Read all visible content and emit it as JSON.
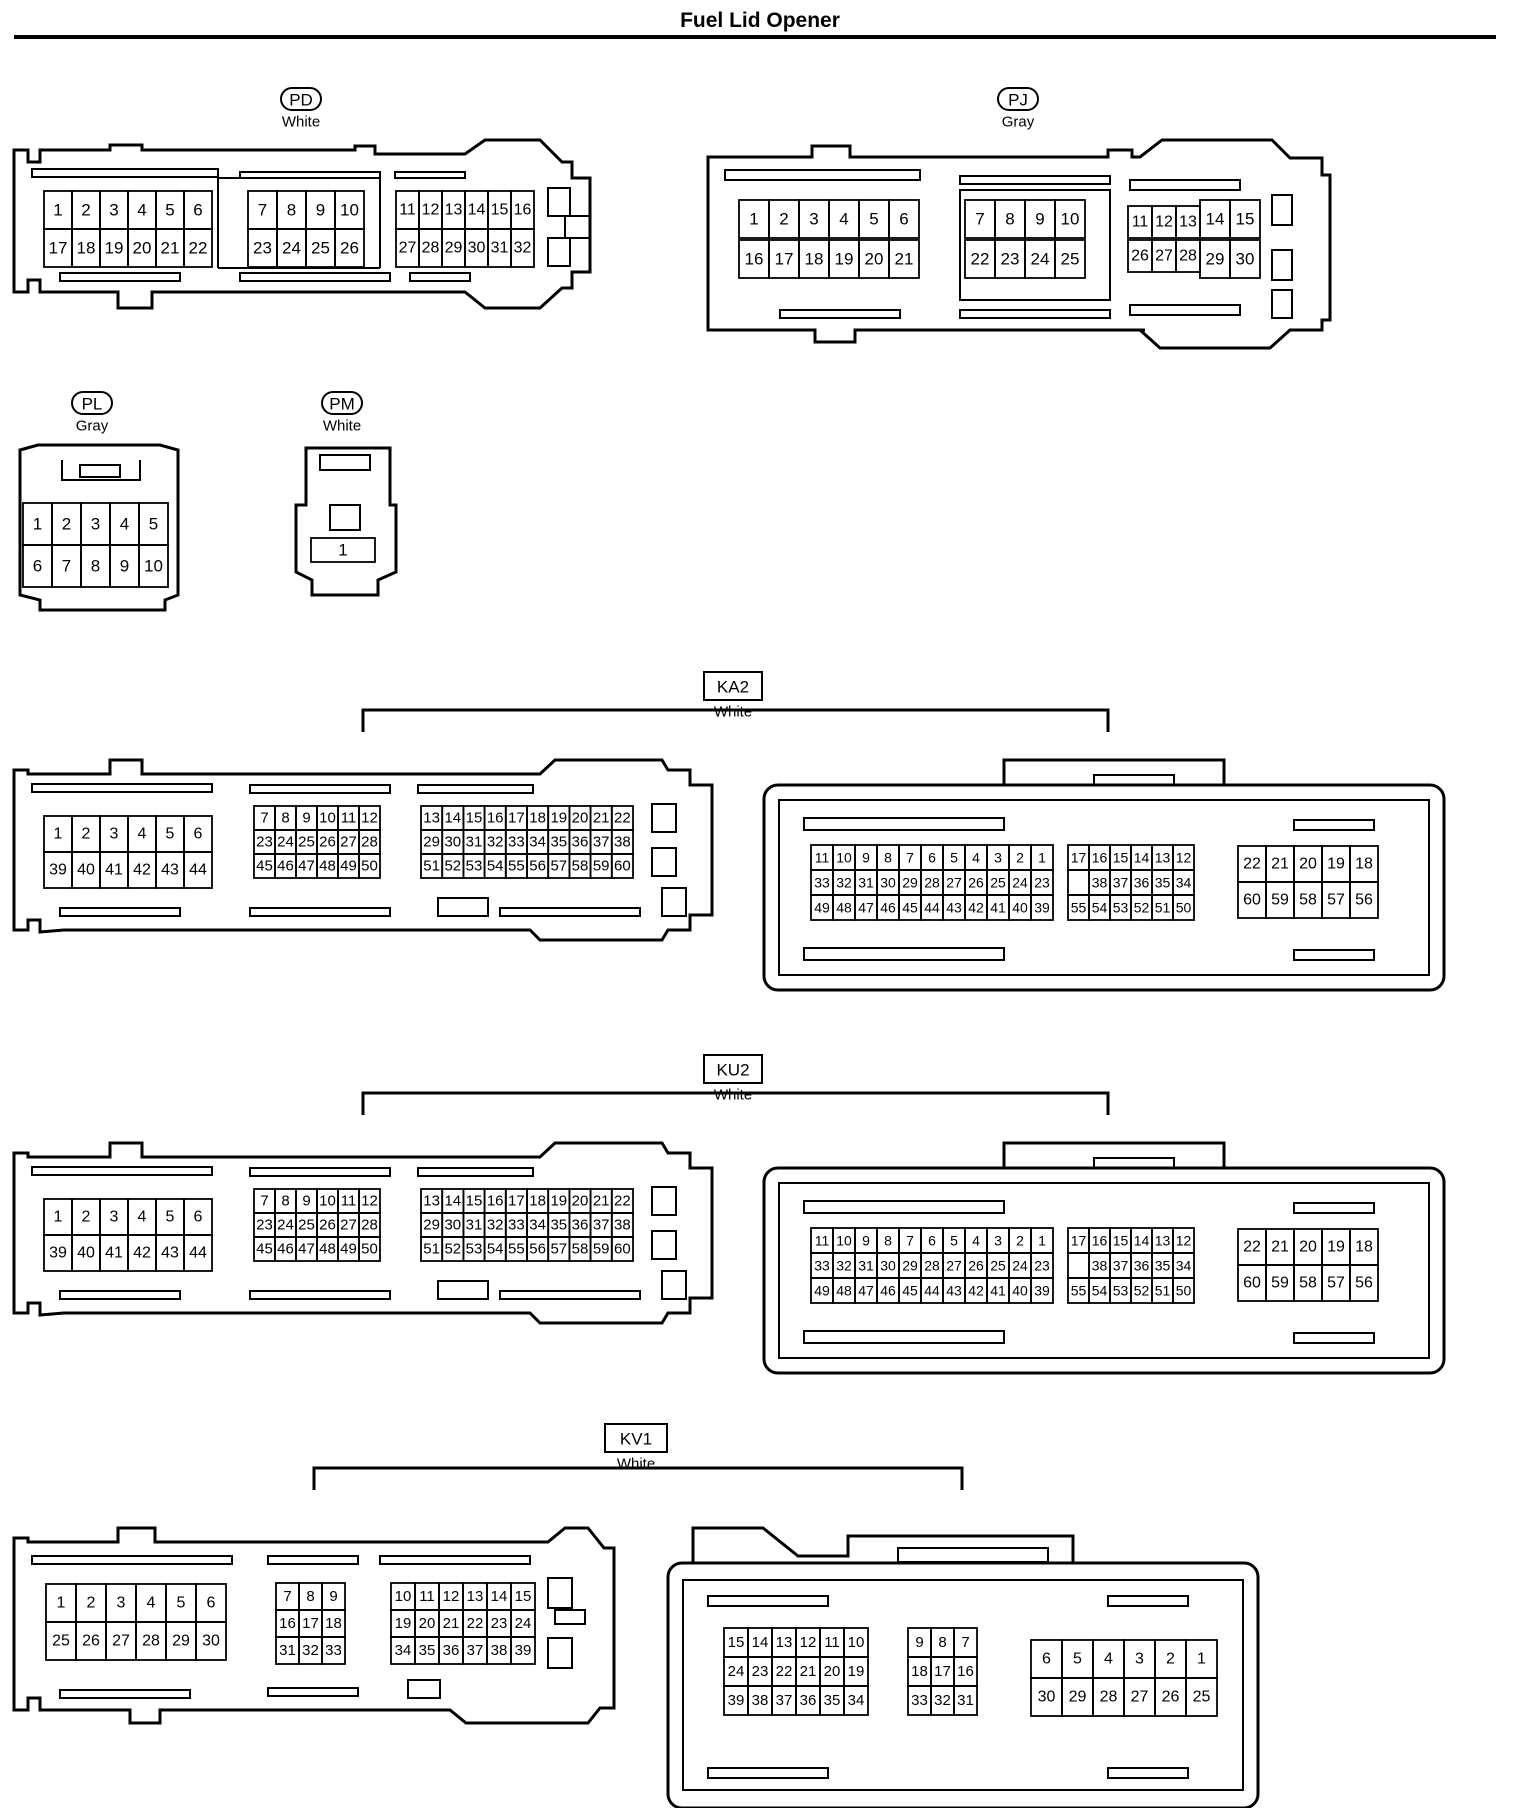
{
  "page_title": "Fuel Lid Opener",
  "connectors": [
    {
      "code": "PD",
      "color": "White",
      "code_style": "oval",
      "cavities": [
        [
          "1",
          "2",
          "3",
          "4",
          "5",
          "6",
          "7",
          "8",
          "9",
          "10",
          "11",
          "12",
          "13",
          "14",
          "15",
          "16"
        ],
        [
          "17",
          "18",
          "19",
          "20",
          "21",
          "22",
          "23",
          "24",
          "25",
          "26",
          "27",
          "28",
          "29",
          "30",
          "31",
          "32"
        ]
      ]
    },
    {
      "code": "PJ",
      "color": "Gray",
      "code_style": "oval",
      "cavities": [
        [
          "1",
          "2",
          "3",
          "4",
          "5",
          "6",
          "7",
          "8",
          "9",
          "10",
          "11",
          "12",
          "13",
          "14",
          "15"
        ],
        [
          "16",
          "17",
          "18",
          "19",
          "20",
          "21",
          "22",
          "23",
          "24",
          "25",
          "26",
          "27",
          "28",
          "29",
          "30"
        ]
      ]
    },
    {
      "code": "PL",
      "color": "Gray",
      "code_style": "oval",
      "cavities": [
        [
          "1",
          "2",
          "3",
          "4",
          "5"
        ],
        [
          "6",
          "7",
          "8",
          "9",
          "10"
        ]
      ]
    },
    {
      "code": "PM",
      "color": "White",
      "code_style": "oval",
      "cavities": [
        [
          "1"
        ]
      ]
    },
    {
      "code": "KA2",
      "color": "White",
      "code_style": "box",
      "cavities": [
        [
          "1",
          "2",
          "3",
          "4",
          "5",
          "6",
          "7",
          "8",
          "9",
          "10",
          "11",
          "12",
          "13",
          "14",
          "15",
          "16",
          "17",
          "18",
          "19",
          "20",
          "21",
          "22"
        ],
        [
          "23",
          "24",
          "25",
          "26",
          "27",
          "28",
          "29",
          "30",
          "31",
          "32",
          "33",
          "34",
          "35",
          "36",
          "37",
          "38"
        ],
        [
          "39",
          "40",
          "41",
          "42",
          "43",
          "44",
          "45",
          "46",
          "47",
          "48",
          "49",
          "50",
          "51",
          "52",
          "53",
          "54",
          "55",
          "56",
          "57",
          "58",
          "59",
          "60"
        ]
      ]
    },
    {
      "code": "KU2",
      "color": "White",
      "code_style": "box",
      "cavities": [
        [
          "1",
          "2",
          "3",
          "4",
          "5",
          "6",
          "7",
          "8",
          "9",
          "10",
          "11",
          "12",
          "13",
          "14",
          "15",
          "16",
          "17",
          "18",
          "19",
          "20",
          "21",
          "22"
        ],
        [
          "23",
          "24",
          "25",
          "26",
          "27",
          "28",
          "29",
          "30",
          "31",
          "32",
          "33",
          "34",
          "35",
          "36",
          "37",
          "38"
        ],
        [
          "39",
          "40",
          "41",
          "42",
          "43",
          "44",
          "45",
          "46",
          "47",
          "48",
          "49",
          "50",
          "51",
          "52",
          "53",
          "54",
          "55",
          "56",
          "57",
          "58",
          "59",
          "60"
        ]
      ]
    },
    {
      "code": "KV1",
      "color": "White",
      "code_style": "box",
      "cavities": [
        [
          "1",
          "2",
          "3",
          "4",
          "5",
          "6",
          "7",
          "8",
          "9",
          "10",
          "11",
          "12",
          "13",
          "14",
          "15"
        ],
        [
          "16",
          "17",
          "18",
          "19",
          "20",
          "21",
          "22",
          "23",
          "24"
        ],
        [
          "25",
          "26",
          "27",
          "28",
          "29",
          "30",
          "31",
          "32",
          "33",
          "34",
          "35",
          "36",
          "37",
          "38",
          "39"
        ]
      ]
    }
  ]
}
